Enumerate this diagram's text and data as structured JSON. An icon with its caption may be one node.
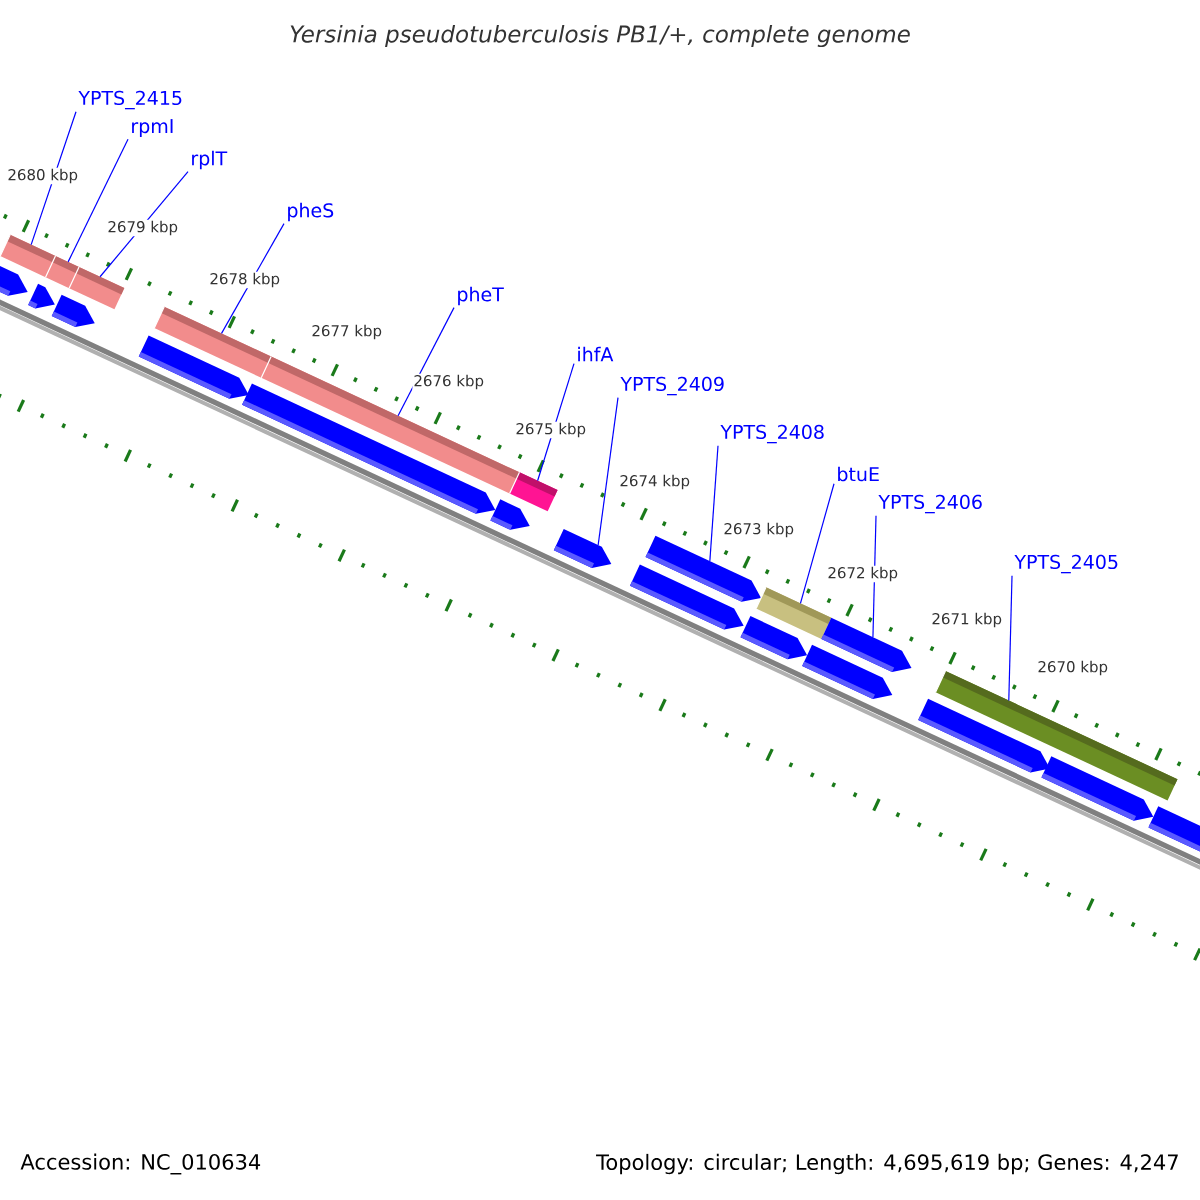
{
  "diagram": {
    "title": "Yersinia pseudotuberculosis PB1/+, complete genome",
    "nodes": [
      {
        "text": [
          "YPTS_2415"
        ]
      },
      {
        "text": [
          "rpmI"
        ]
      },
      {
        "text": [
          "rplT"
        ]
      },
      {
        "text": [
          "pheS"
        ]
      },
      {
        "text": [
          "pheT"
        ]
      },
      {
        "text": [
          "ihfA"
        ]
      },
      {
        "text": [
          "YPTS_2409"
        ]
      },
      {
        "text": [
          "YPTS_2408"
        ]
      },
      {
        "text": [
          "btuE"
        ]
      },
      {
        "text": [
          "YPTS_2406"
        ]
      },
      {
        "text": [
          "YPTS_2405"
        ]
      },
      {
        "text": [],
        "shape": "bar"
      },
      {
        "text": [],
        "shape": "bar"
      },
      {
        "text": [],
        "shape": "bar"
      },
      {
        "text": [],
        "shape": "bar"
      },
      {
        "text": [],
        "shape": "bar"
      },
      {
        "text": [],
        "shape": "bar"
      },
      {
        "text": [],
        "shape": "bar"
      },
      {
        "text": [],
        "shape": "bar"
      },
      {
        "text": [],
        "shape": "bar"
      },
      {
        "text": [],
        "shape": "bar"
      },
      {
        "text": [],
        "shape": "bar"
      },
      {
        "text": [],
        "shape": "bar"
      },
      {
        "text": [],
        "shape": "bar"
      },
      {
        "text": [],
        "shape": "bar"
      },
      {
        "text": [],
        "shape": "bar"
      },
      {
        "text": [],
        "shape": "bar"
      },
      {
        "text": [],
        "shape": "bar"
      },
      {
        "text": [],
        "shape": "bar"
      },
      {
        "text": [],
        "shape": "bar"
      },
      {
        "text": [],
        "shape": "bar"
      },
      {
        "text": [],
        "shape": "bar"
      },
      {
        "text": [],
        "shape": "bar"
      },
      {
        "text": [],
        "shape": "bar"
      }
    ],
    "edges": [
      {
        "from": 0,
        "to": 11,
        "arrow": "none"
      },
      {
        "from": 1,
        "to": 12,
        "arrow": "none"
      },
      {
        "from": 2,
        "to": 13,
        "arrow": "none"
      },
      {
        "from": 3,
        "to": 14,
        "arrow": "none"
      },
      {
        "from": 4,
        "to": 15,
        "arrow": "none"
      },
      {
        "from": 5,
        "to": 16,
        "arrow": "none"
      },
      {
        "from": 6,
        "to": 17,
        "arrow": "none"
      },
      {
        "from": 7,
        "to": 18,
        "arrow": "none"
      },
      {
        "from": 8,
        "to": 19,
        "arrow": "none"
      },
      {
        "from": 9,
        "to": 20,
        "arrow": "none"
      },
      {
        "from": 10,
        "to": 21,
        "arrow": "none"
      }
    ],
    "labels": [
      "2680 kbp",
      "2679 kbp",
      "2678 kbp",
      "2677 kbp",
      "2676 kbp",
      "2675 kbp",
      "2674 kbp",
      "2673 kbp",
      "2672 kbp",
      "2671 kbp",
      "2670 kbp",
      "Accession: NC_010634",
      "Topology: circular; Length: 4,695,619 bp; Genes: 4,247"
    ]
  }
}
